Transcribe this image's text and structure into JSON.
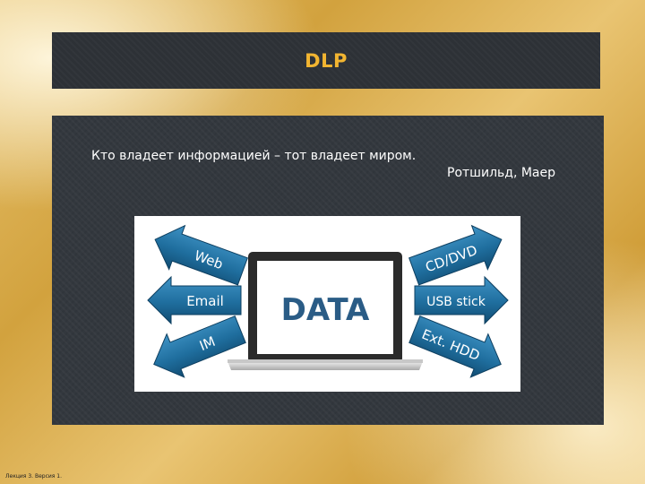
{
  "slide": {
    "title": "DLP",
    "quote": "Кто владеет информацией – тот владеет миром.",
    "author": "Ротшильд, Маер",
    "footer": "Лекция 3. Версия 1."
  },
  "figure": {
    "screen_text": "DATA",
    "channels_left": [
      "Web",
      "Email",
      "IM"
    ],
    "channels_right": [
      "CD/DVD",
      "USB stick",
      "Ext. HDD"
    ]
  },
  "colors": {
    "title_accent": "#f2b531",
    "arrow_blue": "#1f6e9e",
    "data_text": "#2a5c86"
  }
}
